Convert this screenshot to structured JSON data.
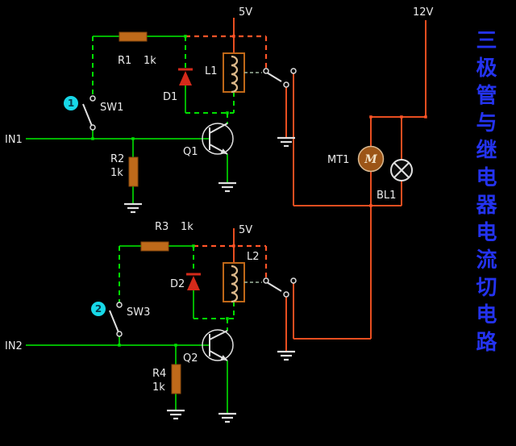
{
  "title": {
    "vertical_text": "三极管与继电器电流切电路"
  },
  "power": {
    "v5_stage1": "5V",
    "v5_stage2": "5V",
    "v12": "12V"
  },
  "stage1": {
    "input": "IN1",
    "badge": "1",
    "switch": "SW1",
    "r_base_name": "R1",
    "r_base_value": "1k",
    "r_pull_name": "R2",
    "r_pull_value": "1k",
    "diode": "D1",
    "relay": "L1",
    "transistor": "Q1"
  },
  "stage2": {
    "input": "IN2",
    "badge": "2",
    "switch": "SW3",
    "r_base_name": "R3",
    "r_base_value": "1k",
    "r_pull_name": "R4",
    "r_pull_value": "1k",
    "diode": "D2",
    "relay": "L2",
    "transistor": "Q2"
  },
  "loads": {
    "motor": "MT1",
    "lamp": "BL1"
  },
  "colors": {
    "background": "#000000",
    "wire_green": "#00b400",
    "wire_green_active": "#00e000",
    "wire_red": "#e84e20",
    "component_orange": "#bf6a1a",
    "diode_red": "#d42a1a",
    "title_blue": "#2433f0",
    "badge_cyan": "#17d8e8"
  }
}
